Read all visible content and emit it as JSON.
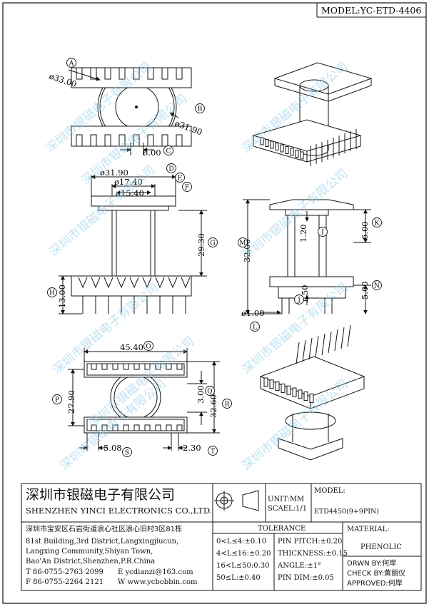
{
  "model_header": "MODEL:YC-ETD-4406",
  "watermark_text": "深圳市银磁电子有限公司",
  "dims": {
    "a": "ø33.00",
    "b": "ø31.90",
    "c": "6.00",
    "d": "ø31.90",
    "e": "ø17.40",
    "f": "ø15.40",
    "g": "29.30",
    "h": "13.00",
    "i": "1.20",
    "j": "1.50",
    "k": "6.00",
    "l": "ø1.00",
    "m": "32.00",
    "n": "5.00",
    "o": "45.40",
    "p": "27.90",
    "q": "3.00",
    "r": "32.60",
    "s": "5.08",
    "t": "2.30"
  },
  "markers": [
    "A",
    "B",
    "C",
    "D",
    "E",
    "F",
    "G",
    "H",
    "I",
    "J",
    "K",
    "L",
    "M",
    "N",
    "O",
    "P",
    "Q",
    "R",
    "S",
    "T"
  ],
  "company": {
    "name_cn": "深圳市银磁电子有限公司",
    "name_en": "SHENZHEN YINCI ELECTRONICS CO.,LTD.",
    "address_cn": "深圳市宝安区石岩街道浪心社区浪心旧村3区81栋",
    "address_en_1": "81st Building,3rd District,Langxingjiucun,",
    "address_en_2": "Langxing Community,Shiyan Town,",
    "address_en_3": "Bao'An District,Shenzhen,P.R.China",
    "tel": "T 86-0755-2763 2099",
    "email": "E ycdianzi@163.com",
    "fax": "F 86-0755-2264 2121",
    "web": "W www.ycbobbin.com"
  },
  "unit": "UNIT:MM",
  "scale": "SCAEL:1/1",
  "model_label": "MODEL:",
  "model_value": "ETD4450(9+9PIN)",
  "material_label": "MATERIAL:",
  "material_value": "PHENOLIC",
  "tolerance": {
    "title": "TOLERANCE",
    "rows": [
      [
        "0<L≤4:±0.10",
        "PIN PITCH:±0.20"
      ],
      [
        "4<L≤16:±0.20",
        "THICKNESS:±0.15"
      ],
      [
        "16<L≤50:0.30",
        "ANGLE:±1°"
      ],
      [
        "50≤L:±0.40",
        "PIN DIM:±0.05"
      ]
    ]
  },
  "drawn_by": "DRWN BY:何岸",
  "check_by": "CHECK BY:黄丽仪",
  "approved": "APPROVED:何岸"
}
